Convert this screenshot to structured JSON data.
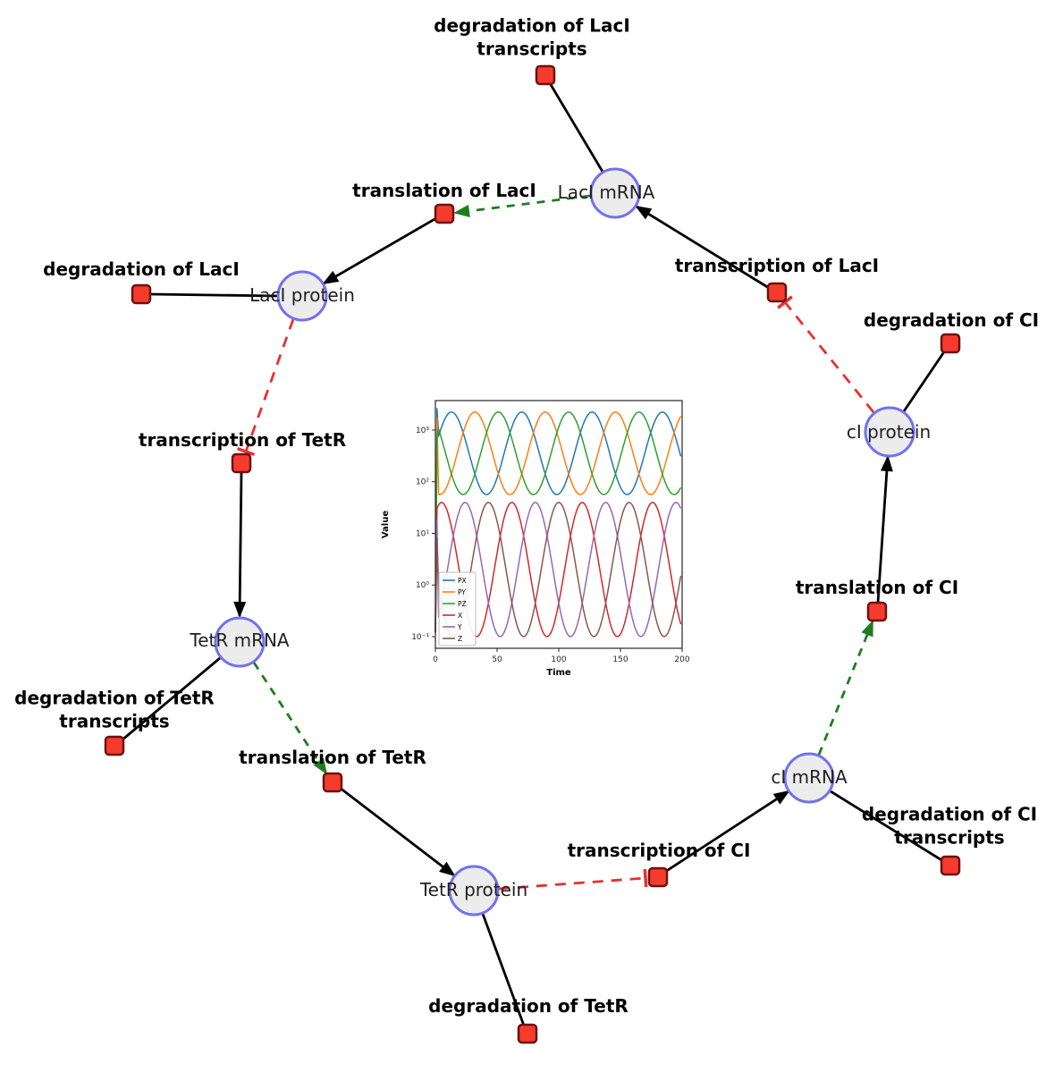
{
  "diagram": {
    "species": [
      {
        "id": "laci-mrna",
        "label": "LacI mRNA"
      },
      {
        "id": "laci-protein",
        "label": "LacI protein"
      },
      {
        "id": "tetr-mrna",
        "label": "TetR mRNA"
      },
      {
        "id": "tetr-protein",
        "label": "TetR protein"
      },
      {
        "id": "ci-mrna",
        "label": "cI mRNA"
      },
      {
        "id": "ci-protein",
        "label": "cI protein"
      }
    ],
    "reactions": [
      {
        "id": "deg-laci-transcripts",
        "label": "degradation of LacI transcripts"
      },
      {
        "id": "translation-laci",
        "label": "translation of LacI"
      },
      {
        "id": "deg-laci",
        "label": "degradation of LacI"
      },
      {
        "id": "transcription-laci",
        "label": "transcription of LacI"
      },
      {
        "id": "deg-ci",
        "label": "degradation of CI"
      },
      {
        "id": "transcription-tetr",
        "label": "transcription of TetR"
      },
      {
        "id": "translation-ci",
        "label": "translation of CI"
      },
      {
        "id": "deg-tetr-transcripts",
        "label": "degradation of TetR transcripts"
      },
      {
        "id": "translation-tetr",
        "label": "translation of TetR"
      },
      {
        "id": "transcription-ci",
        "label": "transcription of CI"
      },
      {
        "id": "deg-ci-transcripts",
        "label": "degradation of CI transcripts"
      },
      {
        "id": "deg-tetr",
        "label": "degradation of TetR"
      }
    ],
    "edge_types": {
      "production": "solid black arrow",
      "consumption": "solid black line",
      "catalysis": "dashed green arrow",
      "inhibition": "dashed red T-bar"
    },
    "colors": {
      "species_fill": "#ececec",
      "species_stroke": "#7171ee",
      "reaction_fill": "#f63b2e",
      "reaction_stroke": "#6b130c",
      "edge_black": "#000000",
      "catalysis_green": "#1e7d1e",
      "inhibition_red": "#e83030"
    }
  },
  "chart_data": {
    "type": "line",
    "title": "",
    "xlabel": "Time",
    "ylabel": "Value",
    "x_range": [
      0,
      200
    ],
    "x_ticks": [
      0,
      50,
      100,
      150,
      200
    ],
    "y_scale": "log",
    "y_ticks": [
      {
        "label": "10⁻¹",
        "value": 0.1
      },
      {
        "label": "10⁰",
        "value": 1
      },
      {
        "label": "10¹",
        "value": 10
      },
      {
        "label": "10²",
        "value": 100
      },
      {
        "label": "10³",
        "value": 1000
      }
    ],
    "grid": false,
    "legend_position": "lower left",
    "series": [
      {
        "name": "PX",
        "color": "#1f77b4",
        "log10_center": 2.55,
        "log10_amp": 0.8,
        "period": 57,
        "peak_time": 13,
        "start": 0.12,
        "spike": 2600
      },
      {
        "name": "PY",
        "color": "#ff7f0e",
        "log10_center": 2.55,
        "log10_amp": 0.8,
        "period": 57,
        "peak_time": 32,
        "start": 0.12,
        "spike": 1700
      },
      {
        "name": "PZ",
        "color": "#2ca02c",
        "log10_center": 2.55,
        "log10_amp": 0.8,
        "period": 57,
        "peak_time": 51,
        "start": 0.12,
        "spike": 800
      },
      {
        "name": "X",
        "color": "#d62728",
        "log10_center": 0.3,
        "log10_amp": 1.3,
        "period": 57,
        "peak_time": 5,
        "start": 0.12,
        "spike": 30
      },
      {
        "name": "Y",
        "color": "#9467bd",
        "log10_center": 0.3,
        "log10_amp": 1.3,
        "period": 57,
        "peak_time": 24,
        "start": 0.12,
        "spike": 18
      },
      {
        "name": "Z",
        "color": "#8c564b",
        "log10_center": 0.3,
        "log10_amp": 1.3,
        "period": 57,
        "peak_time": 43,
        "start": 0.12,
        "spike": 8
      }
    ],
    "description": "Repressilator time courses: proteins PX, PY, PZ oscillate between about 60 and 2000; mRNAs X, Y, Z oscillate between about 0.1 and 30, phase-shifted, with an initial transient spike near t=0."
  }
}
